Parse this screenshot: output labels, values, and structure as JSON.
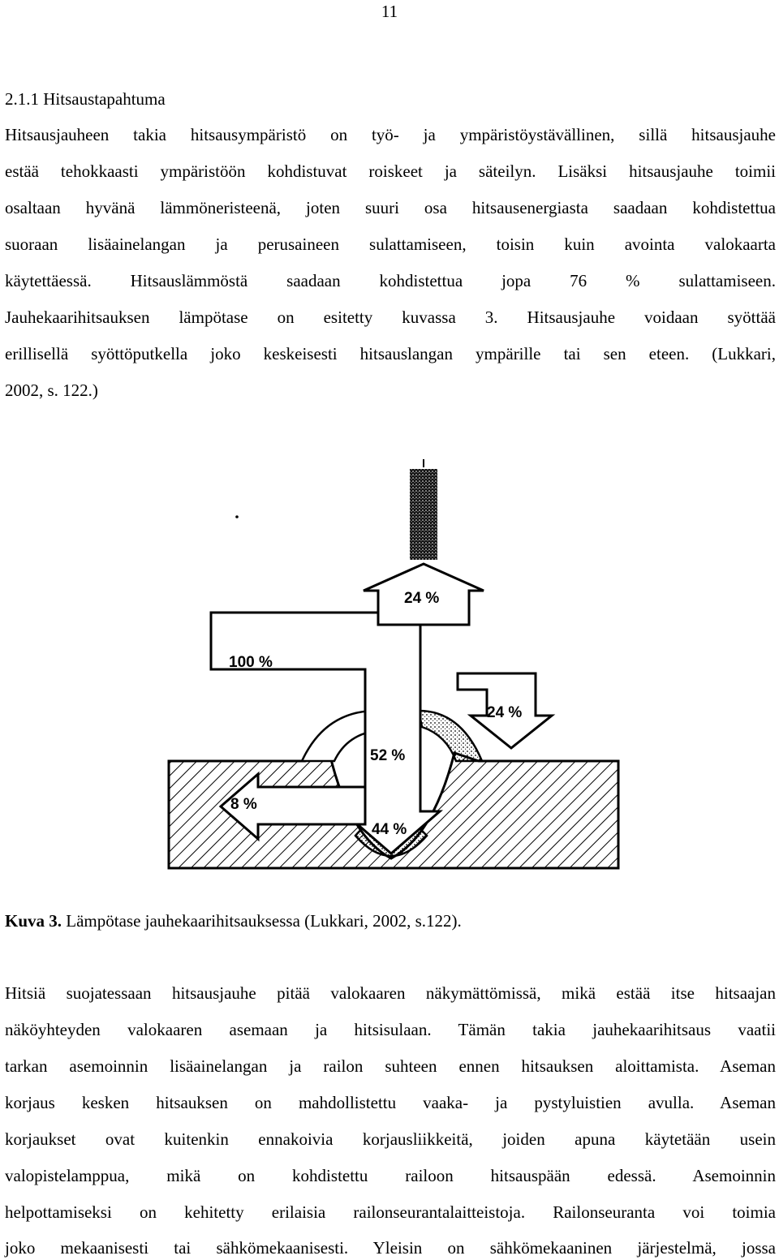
{
  "page_number": "11",
  "section_heading": "2.1.1 Hitsaustapahtuma",
  "paragraph1_lines": [
    "Hitsausjauheen takia hitsausympäristö on työ- ja ympäristöystävällinen, sillä hitsausjauhe",
    "estää tehokkaasti ympäristöön kohdistuvat roiskeet ja säteilyn. Lisäksi hitsausjauhe toimii",
    "osaltaan hyvänä lämmöneristeenä, joten suuri osa hitsausenergiasta saadaan kohdistettua",
    "suoraan lisäainelangan ja perusaineen sulattamiseen, toisin kuin avointa valokaarta",
    "käytettäessä. Hitsauslämmöstä saadaan kohdistettua jopa 76 % sulattamiseen.",
    "Jauhekaarihitsauksen lämpötase on esitetty kuvassa 3. Hitsausjauhe voidaan syöttää",
    "erillisellä syöttöputkella joko keskeisesti hitsauslangan ympärille tai sen eteen. (Lukkari,",
    "2002, s. 122.)"
  ],
  "figure": {
    "labels": {
      "in_100": "100 %",
      "up_24": "24 %",
      "down_24": "24 %",
      "center_52": "52 %",
      "left_8": "8 %",
      "bottom_44": "44 %"
    }
  },
  "caption": {
    "label": "Kuva 3.",
    "text": " Lämpötase jauhekaarihitsauksessa (Lukkari, 2002, s.122)."
  },
  "paragraph2_lines": [
    "Hitsiä suojatessaan hitsausjauhe pitää valokaaren näkymättömissä, mikä estää itse hitsaajan",
    "näköyhteyden valokaaren asemaan ja hitsisulaan. Tämän takia jauhekaarihitsaus vaatii",
    "tarkan asemoinnin lisäainelangan ja railon suhteen ennen hitsauksen aloittamista. Aseman",
    "korjaus kesken hitsauksen on mahdollistettu vaaka- ja pystyluistien avulla. Aseman",
    "korjaukset ovat kuitenkin ennakoivia korjausliikkeitä, joiden apuna käytetään usein",
    "valopistelamppua, mikä on kohdistettu railoon hitsauspään edessä. Asemoinnin",
    "helpottamiseksi on kehitetty erilaisia railonseurantalaitteistoja. Railonseuranta voi toimia",
    "joko mekaanisesti tai sähkömekaanisesti. Yleisin on sähkömekaaninen järjestelmä, jossa"
  ]
}
